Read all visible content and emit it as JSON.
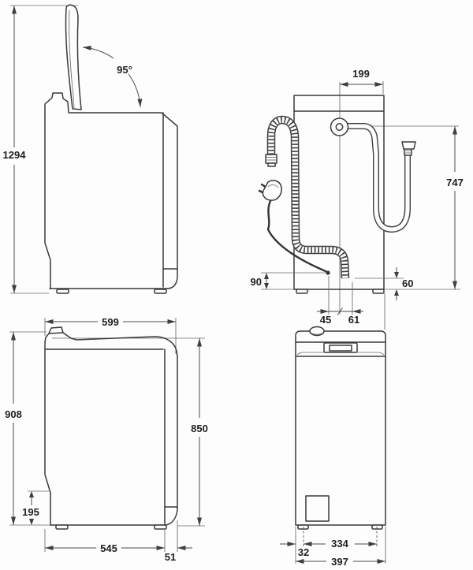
{
  "drawing": {
    "subject": "Top-loading washing machine installation dimension drawing",
    "colors": {
      "line_art": "#3a3a3a",
      "background": "#fdfdfd"
    },
    "views": {
      "side_open": {
        "total_height": "1294",
        "lid_angle": "95°"
      },
      "rear": {
        "valve_to_edge": "199",
        "hose_reach": "747",
        "cord_height": "90",
        "drain_height": "60",
        "cord_offset": "45",
        "drain_offset": "61"
      },
      "side_closed": {
        "total_depth": "599",
        "rear_height": "908",
        "front_height": "850",
        "plinth_height": "195",
        "base_depth": "545",
        "rear_offset": "51"
      },
      "front": {
        "edge_to_foot": "32",
        "feet_span": "334",
        "total_width": "397"
      }
    }
  }
}
